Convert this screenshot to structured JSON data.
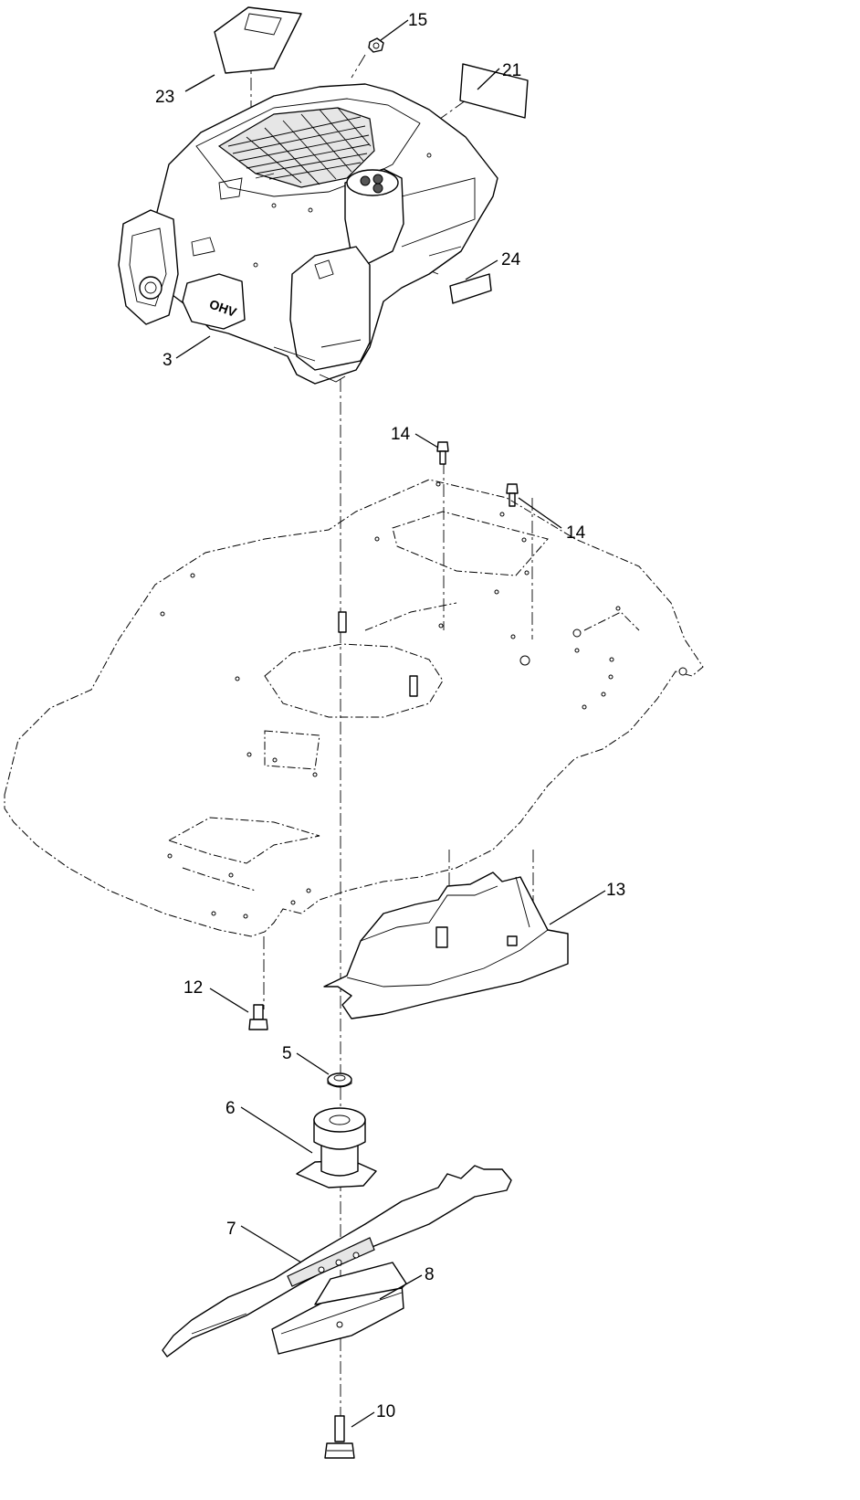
{
  "callouts": [
    {
      "id": "c23",
      "label": "23"
    },
    {
      "id": "c15",
      "label": "15"
    },
    {
      "id": "c21",
      "label": "21"
    },
    {
      "id": "c24",
      "label": "24"
    },
    {
      "id": "c3",
      "label": "3"
    },
    {
      "id": "c14a",
      "label": "14"
    },
    {
      "id": "c14b",
      "label": "14"
    },
    {
      "id": "c13",
      "label": "13"
    },
    {
      "id": "c12",
      "label": "12"
    },
    {
      "id": "c5",
      "label": "5"
    },
    {
      "id": "c6",
      "label": "6"
    },
    {
      "id": "c7",
      "label": "7"
    },
    {
      "id": "c8",
      "label": "8"
    },
    {
      "id": "c10",
      "label": "10"
    }
  ],
  "engine_badge": "OHV"
}
